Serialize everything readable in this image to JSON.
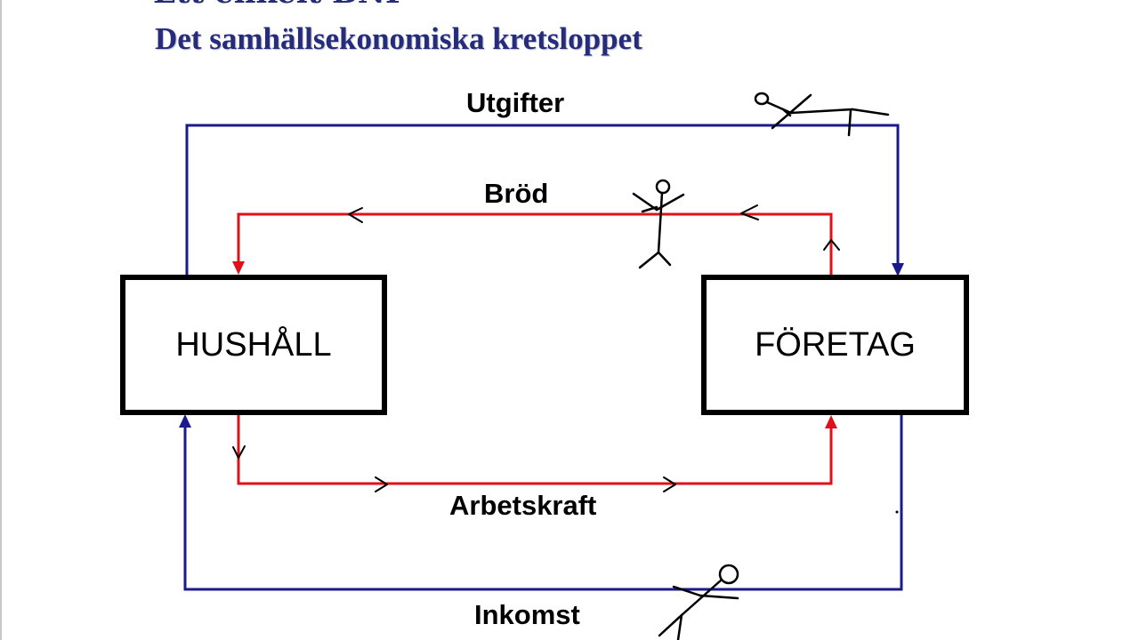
{
  "slide": {
    "title_clipped": "Ett enkelt BNP",
    "subtitle": "Det samhällsekonomiska kretsloppet"
  },
  "diagram": {
    "nodes": {
      "hushall": "HUSHÅLL",
      "foretag": "FÖRETAG"
    },
    "flows": {
      "expenses": "Utgifter",
      "bread": "Bröd",
      "labor": "Arbetskraft",
      "income": "Inkomst"
    },
    "colors": {
      "money_flow": "#1a1a8c",
      "goods_flow": "#e0101a",
      "box_border": "#000000",
      "title": "#262b7a"
    }
  }
}
